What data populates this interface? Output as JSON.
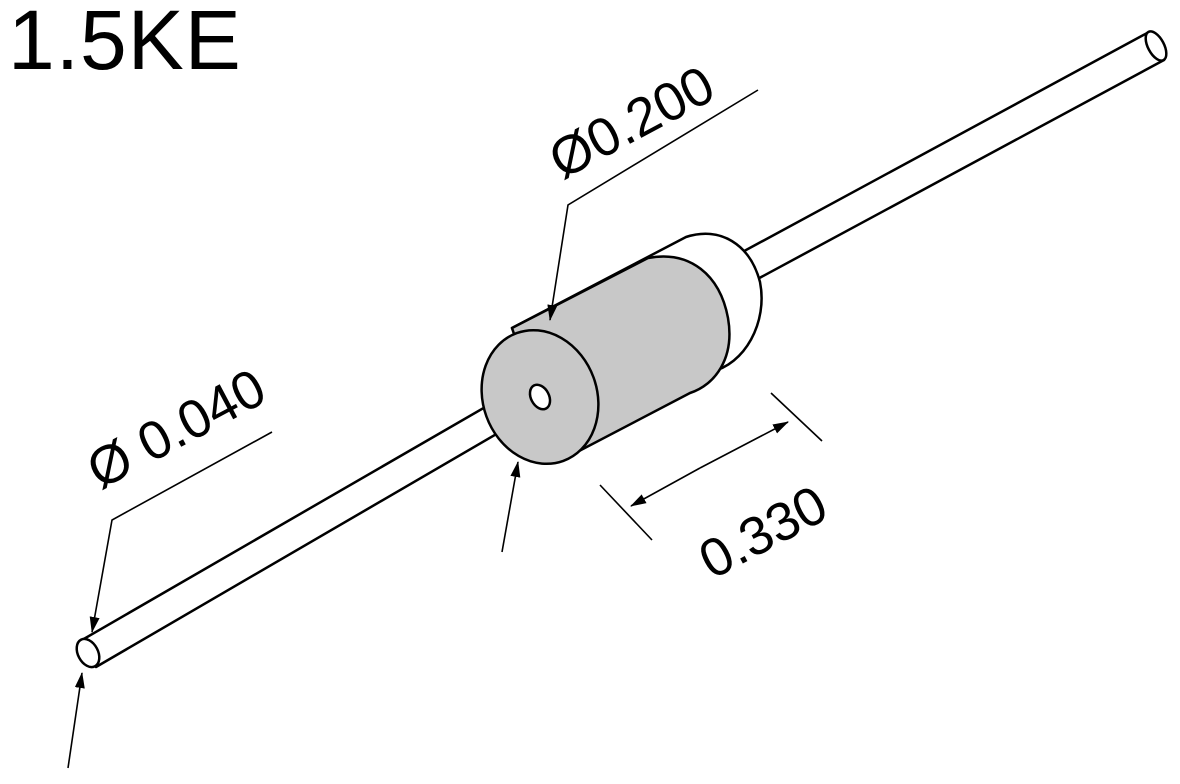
{
  "title": "1.5KE",
  "dimensions": {
    "body_diameter": "Ø0.200",
    "lead_diameter": "Ø 0.040",
    "body_length": "0.330"
  },
  "colors": {
    "line": "#000000",
    "body_fill": "#c8c8c8",
    "band_fill": "#ffffff",
    "lead_fill": "#ffffff"
  }
}
